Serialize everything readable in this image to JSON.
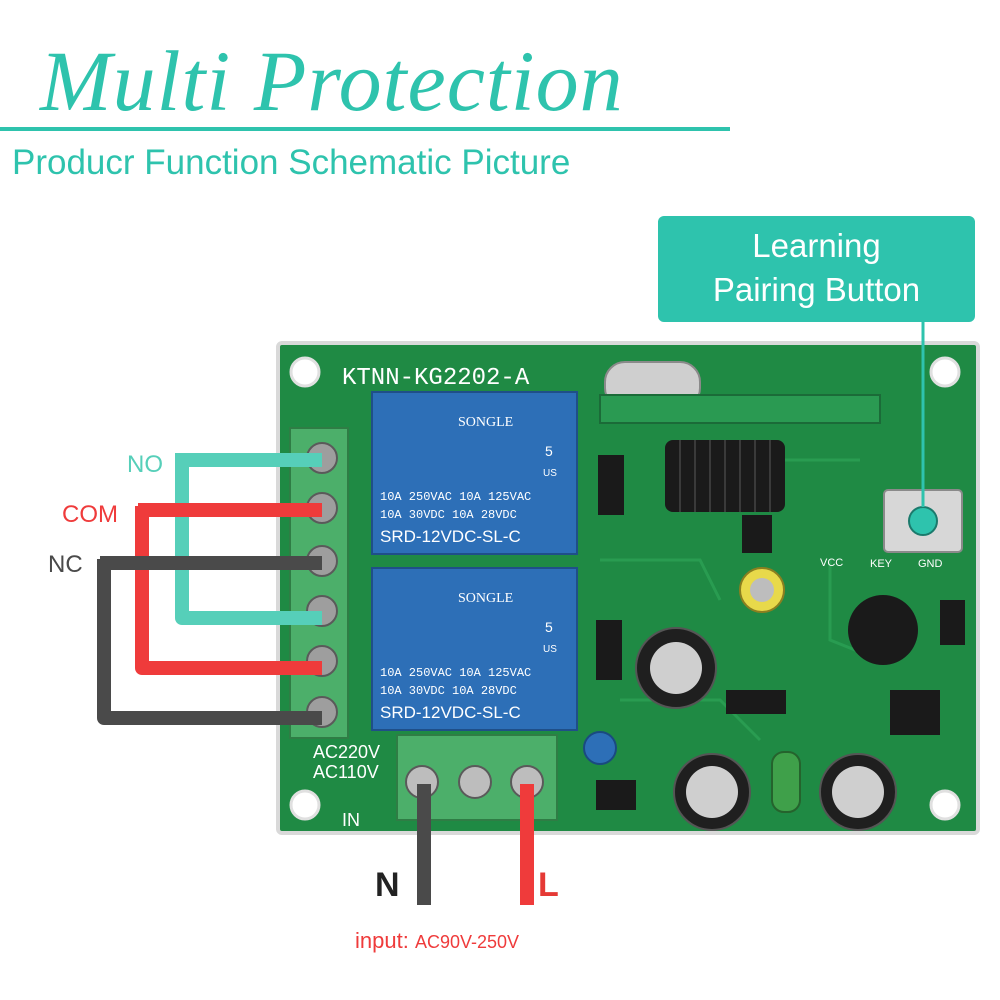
{
  "heading": {
    "title": "Multi Protection",
    "subtitle": "Producr Function Schematic Picture"
  },
  "callout": {
    "line1": "Learning",
    "line2": "Pairing Button"
  },
  "terminals": {
    "no": "NO",
    "com": "COM",
    "nc": "NC"
  },
  "power": {
    "n_label": "N",
    "l_label": "L",
    "input_prefix": "input:",
    "input_range": "AC90V-250V"
  },
  "board": {
    "model": "KTNN-KG2202-A",
    "ac220": "AC220V",
    "ac110": "AC110V",
    "in": "IN",
    "key": "KEY",
    "gnd": "GND",
    "vcc": "VCC",
    "relay_brand": "SONGLE",
    "relay_line1": "10A 250VAC  10A 125VAC",
    "relay_line2": "10A  30VDC  10A  28VDC",
    "relay_model": "SRD-12VDC-SL-C",
    "relay_pin": "5",
    "relay_us": "US"
  },
  "colors": {
    "teal": "#2ec3ad",
    "board_green": "#1f8a44",
    "wire_red": "#ef3b3b",
    "wire_gray": "#4a4a4a",
    "relay_blue": "#2d6fb7",
    "terminal_green": "#4caf6a"
  },
  "icons": [
    "pairing-button-icon",
    "capacitor-icon",
    "relay-icon",
    "terminal-screw-icon"
  ]
}
